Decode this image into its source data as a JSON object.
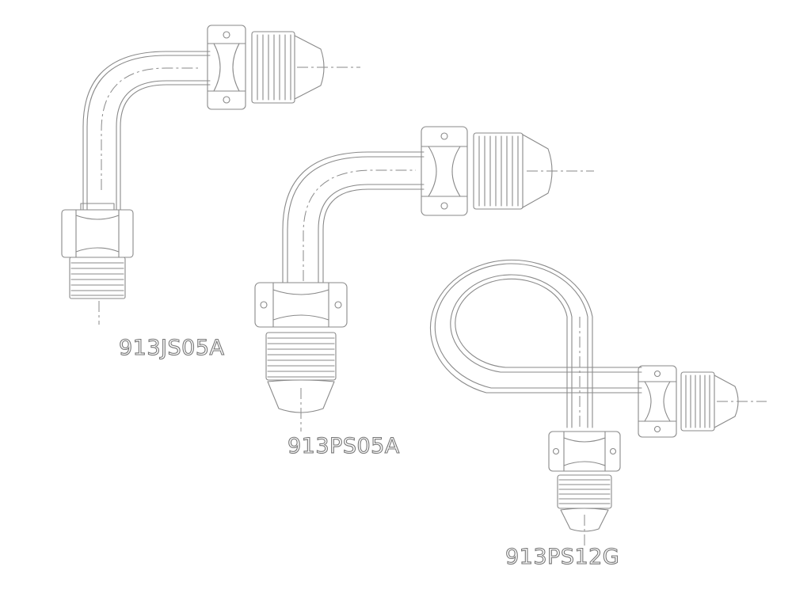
{
  "parts": [
    {
      "part_number": "913JS05A"
    },
    {
      "part_number": "913PS05A"
    },
    {
      "part_number": "913PS12G"
    }
  ],
  "colors": {
    "line": "#8a8a8a",
    "background": "#ffffff"
  }
}
